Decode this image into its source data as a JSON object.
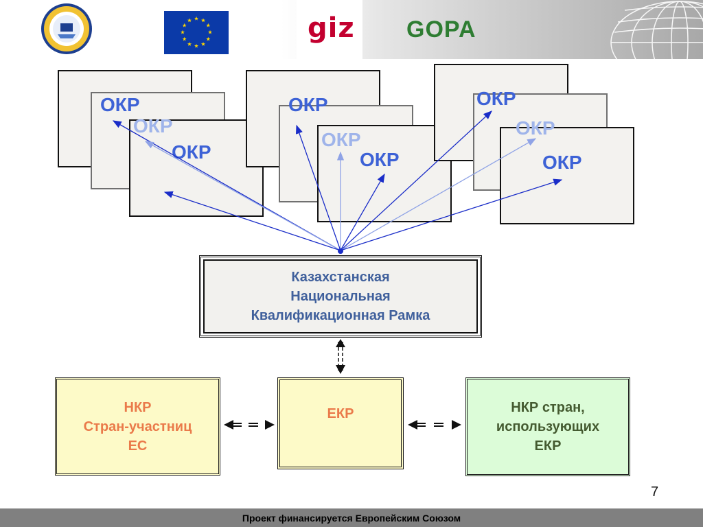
{
  "header": {
    "logos": [
      {
        "name": "ministry-seal"
      },
      {
        "name": "eu-flag"
      },
      {
        "name": "giz-logo",
        "text": "giz"
      },
      {
        "name": "gopa-logo",
        "text": "GOPA"
      },
      {
        "name": "globe-graphic"
      }
    ]
  },
  "okp_groups": [
    {
      "labels": [
        "ОКР",
        "ОКР",
        "ОКР"
      ]
    },
    {
      "labels": [
        "ОКР",
        "ОКР",
        "ОКР"
      ]
    },
    {
      "labels": [
        "ОКР",
        "ОКР",
        "ОКР"
      ]
    }
  ],
  "framework_box": {
    "lines": [
      "Казахстанская",
      "Национальная",
      "Квалификационная Рамка"
    ]
  },
  "bottom_boxes": {
    "nkr_eu": {
      "lines": [
        "НКР",
        "Стран-участниц",
        "ЕС"
      ]
    },
    "ekr": {
      "lines": [
        "ЕКР"
      ]
    },
    "nkr_ekr": {
      "lines": [
        "НКР стран,",
        "использующих",
        "ЕКР"
      ]
    }
  },
  "colors": {
    "arrow": "#1a2dc8",
    "okp_label": "#3d62d6",
    "okp_label_faded": "#9fb4ea",
    "framework_text": "#40609c",
    "nkr_text": "#ea7a4a",
    "nkr_ekr_text": "#445a30",
    "footer_bg": "#808080"
  },
  "page_number": "7",
  "footer": {
    "text": "Проект финансируется Европейским Союзом"
  }
}
